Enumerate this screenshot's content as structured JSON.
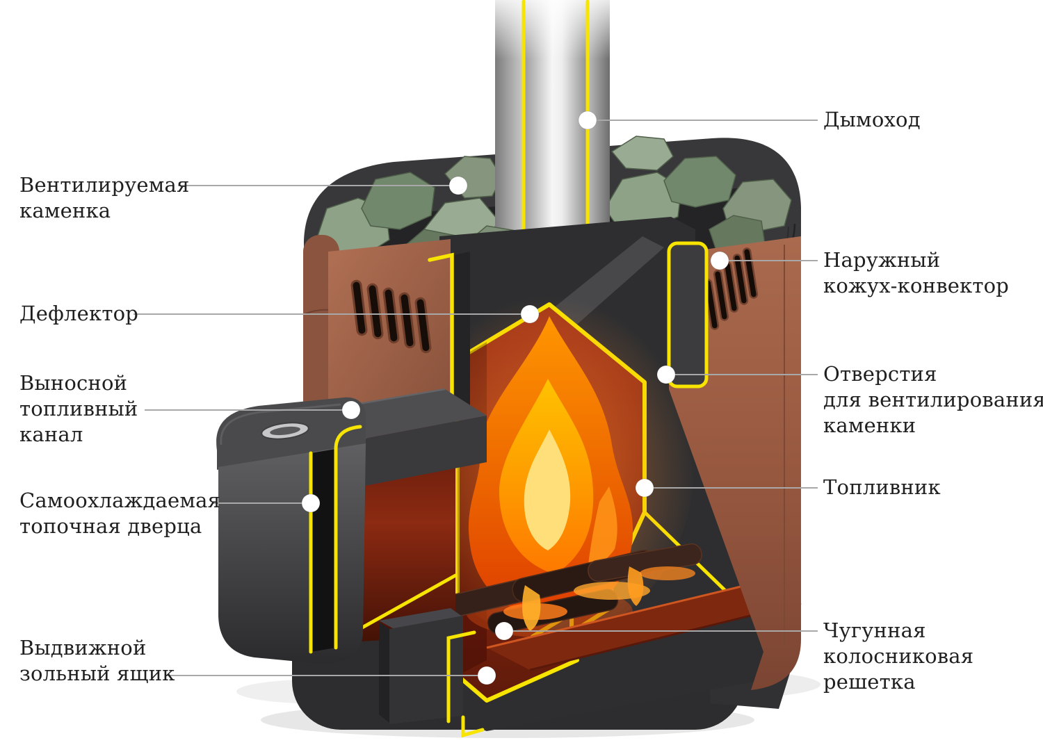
{
  "labels": {
    "left": [
      {
        "id": "ventilated-stone-chamber",
        "lines": [
          "Вентилируемая",
          "каменка"
        ]
      },
      {
        "id": "deflector",
        "lines": [
          "Дефлектор"
        ]
      },
      {
        "id": "external-fuel-channel",
        "lines": [
          "Выносной",
          "топливный",
          "канал"
        ]
      },
      {
        "id": "self-cooling-door",
        "lines": [
          "Самоохлаждаемая",
          "топочная дверца"
        ]
      },
      {
        "id": "ash-drawer",
        "lines": [
          "Выдвижной",
          "зольный ящик"
        ]
      }
    ],
    "right": [
      {
        "id": "chimney",
        "lines": [
          "Дымоход"
        ]
      },
      {
        "id": "outer-convector-casing",
        "lines": [
          "Наружный",
          "кожух-конвектор"
        ]
      },
      {
        "id": "stone-vent-holes",
        "lines": [
          "Отверстия",
          "для вентилирования",
          "каменки"
        ]
      },
      {
        "id": "firebox",
        "lines": [
          "Топливник"
        ]
      },
      {
        "id": "cast-iron-grate",
        "lines": [
          "Чугунная",
          "колосниковая",
          "решетка"
        ]
      }
    ]
  },
  "colors": {
    "background": "#ffffff",
    "label_text": "#1f1f1f",
    "leader_line": "#a8a8a8",
    "marker_dot": "#ffffff",
    "cut_edge_yellow": "#f7e400",
    "body_terracotta": "#9a5f45",
    "stones_green": "#87997f",
    "metal_chimney": "#d7d7d7",
    "firebox_interior_red": "#8c2a12",
    "fire_orange": "#ff8a00",
    "casing_charcoal": "#38383b"
  }
}
